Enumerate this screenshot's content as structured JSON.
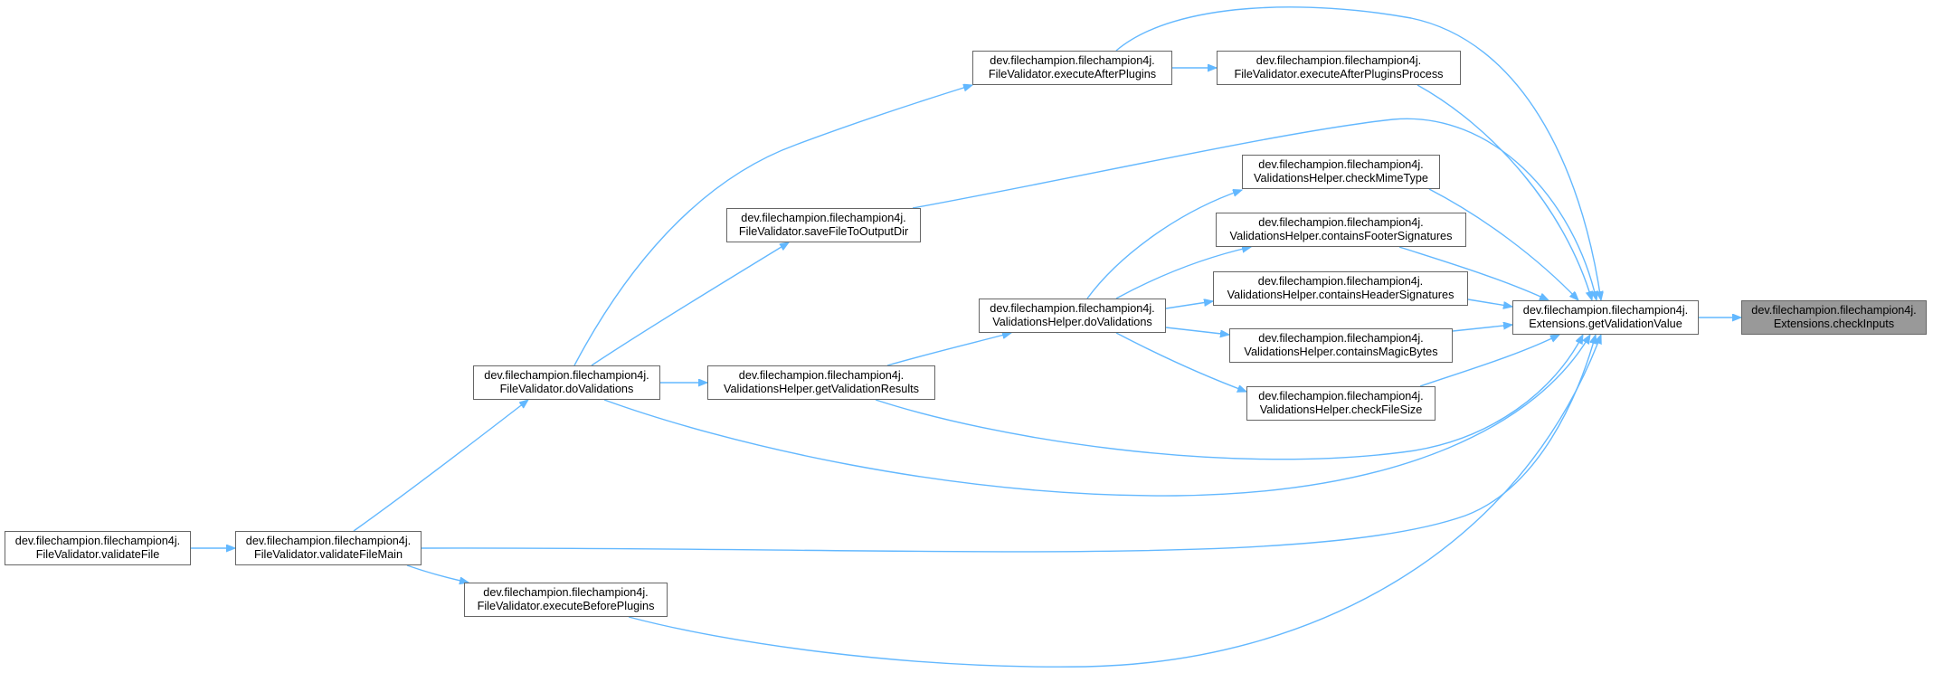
{
  "colors": {
    "edge": "#63b8ff",
    "node_border": "#666666",
    "node_fill": "#ffffff",
    "current_fill": "#999999",
    "text": "#000000"
  },
  "graph": {
    "nodes": [
      {
        "package": "dev.filechampion.filechampion4j.",
        "member": "Extensions.checkInputs",
        "current": true
      },
      {
        "package": "dev.filechampion.filechampion4j.",
        "member": "Extensions.getValidationValue"
      },
      {
        "package": "dev.filechampion.filechampion4j.",
        "member": "FileValidator.executeAfterPlugins"
      },
      {
        "package": "dev.filechampion.filechampion4j.",
        "member": "FileValidator.executeAfterPluginsProcess"
      },
      {
        "package": "dev.filechampion.filechampion4j.",
        "member": "ValidationsHelper.checkMimeType"
      },
      {
        "package": "dev.filechampion.filechampion4j.",
        "member": "FileValidator.saveFileToOutputDir"
      },
      {
        "package": "dev.filechampion.filechampion4j.",
        "member": "ValidationsHelper.containsFooterSignatures"
      },
      {
        "package": "dev.filechampion.filechampion4j.",
        "member": "ValidationsHelper.containsHeaderSignatures"
      },
      {
        "package": "dev.filechampion.filechampion4j.",
        "member": "ValidationsHelper.doValidations"
      },
      {
        "package": "dev.filechampion.filechampion4j.",
        "member": "ValidationsHelper.containsMagicBytes"
      },
      {
        "package": "dev.filechampion.filechampion4j.",
        "member": "FileValidator.doValidations"
      },
      {
        "package": "dev.filechampion.filechampion4j.",
        "member": "ValidationsHelper.getValidationResults"
      },
      {
        "package": "dev.filechampion.filechampion4j.",
        "member": "ValidationsHelper.checkFileSize"
      },
      {
        "package": "dev.filechampion.filechampion4j.",
        "member": "FileValidator.validateFile"
      },
      {
        "package": "dev.filechampion.filechampion4j.",
        "member": "FileValidator.validateFileMain"
      },
      {
        "package": "dev.filechampion.filechampion4j.",
        "member": "FileValidator.executeBeforePlugins"
      }
    ]
  }
}
